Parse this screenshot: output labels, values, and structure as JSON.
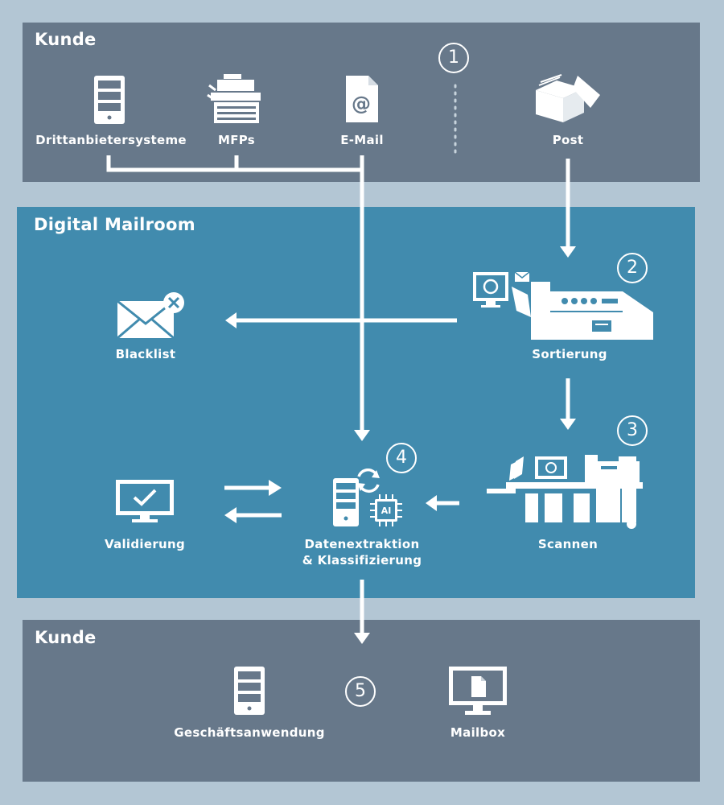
{
  "top": {
    "title": "Kunde",
    "step": "1",
    "items": {
      "third_party": "Drittanbietersysteme",
      "mfps": "MFPs",
      "email": "E-Mail",
      "post": "Post"
    }
  },
  "middle": {
    "title": "Digital Mailroom",
    "steps": {
      "sorting": "2",
      "scanning": "3",
      "extraction": "4"
    },
    "items": {
      "blacklist": "Blacklist",
      "sorting": "Sortierung",
      "scanning": "Scannen",
      "validation": "Validierung",
      "extraction_line1": "Datenextraktion",
      "extraction_line2": "& Klassifizierung",
      "ai_badge": "AI"
    }
  },
  "bottom": {
    "title": "Kunde",
    "step": "5",
    "items": {
      "business_app": "Geschäftsanwendung",
      "mailbox": "Mailbox"
    }
  },
  "colors": {
    "background": "#b3c6d4",
    "customer_panel": "#67788a",
    "mailroom_panel": "#418bae",
    "foreground": "#ffffff"
  },
  "icons": [
    "server-icon",
    "printer-icon",
    "email-file-icon",
    "mail-box-icon",
    "blocked-envelope-icon",
    "sorting-machine-icon",
    "scanner-machine-icon",
    "monitor-check-icon",
    "ai-processing-icon",
    "monitor-document-icon"
  ]
}
